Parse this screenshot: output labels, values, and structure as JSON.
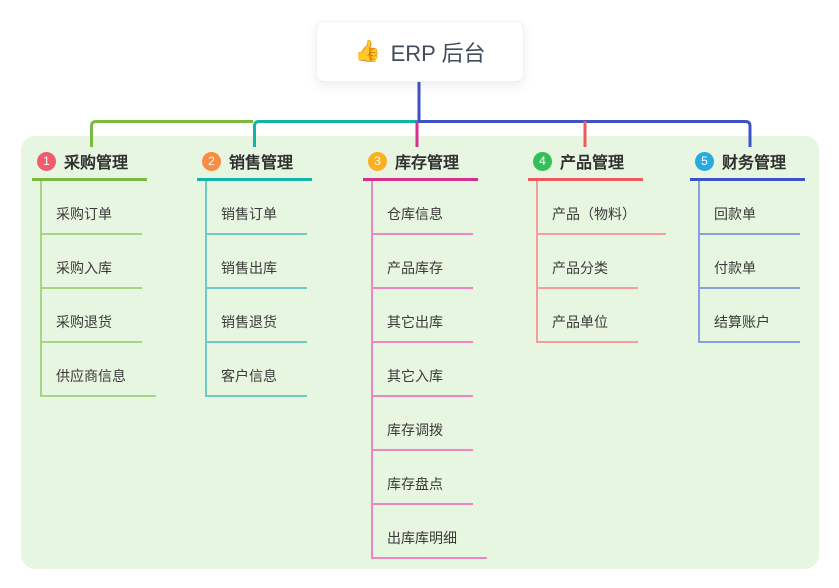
{
  "root": {
    "icon": "👍",
    "label": "ERP 后台"
  },
  "branches": [
    {
      "num": "1",
      "label": "采购管理",
      "badge_color": "#f25b6f",
      "line_color": "#7cb93f",
      "child_line_color": "#a8d584",
      "children": [
        "采购订单",
        "采购入库",
        "采购退货",
        "供应商信息"
      ]
    },
    {
      "num": "2",
      "label": "销售管理",
      "badge_color": "#f98b43",
      "line_color": "#12b3a8",
      "child_line_color": "#6cccc4",
      "children": [
        "销售订单",
        "销售出库",
        "销售退货",
        "客户信息"
      ]
    },
    {
      "num": "3",
      "label": "库存管理",
      "badge_color": "#fbb024",
      "line_color": "#d62f8d",
      "child_line_color": "#ee86c2",
      "children": [
        "仓库信息",
        "产品库存",
        "其它出库",
        "其它入库",
        "库存调拨",
        "库存盘点",
        "出库库明细"
      ]
    },
    {
      "num": "4",
      "label": "产品管理",
      "badge_color": "#32c057",
      "line_color": "#f0595c",
      "child_line_color": "#f79c9d",
      "children": [
        "产品（物料）",
        "产品分类",
        "产品单位"
      ]
    },
    {
      "num": "5",
      "label": "财务管理",
      "badge_color": "#28a9e0",
      "line_color": "#3d52c6",
      "child_line_color": "#8aa0dd",
      "children": [
        "回款单",
        "付款单",
        "结算账户"
      ]
    }
  ],
  "colors": {
    "panel_bg": "#e7f6e1",
    "root_connector": "#3d52c6"
  }
}
